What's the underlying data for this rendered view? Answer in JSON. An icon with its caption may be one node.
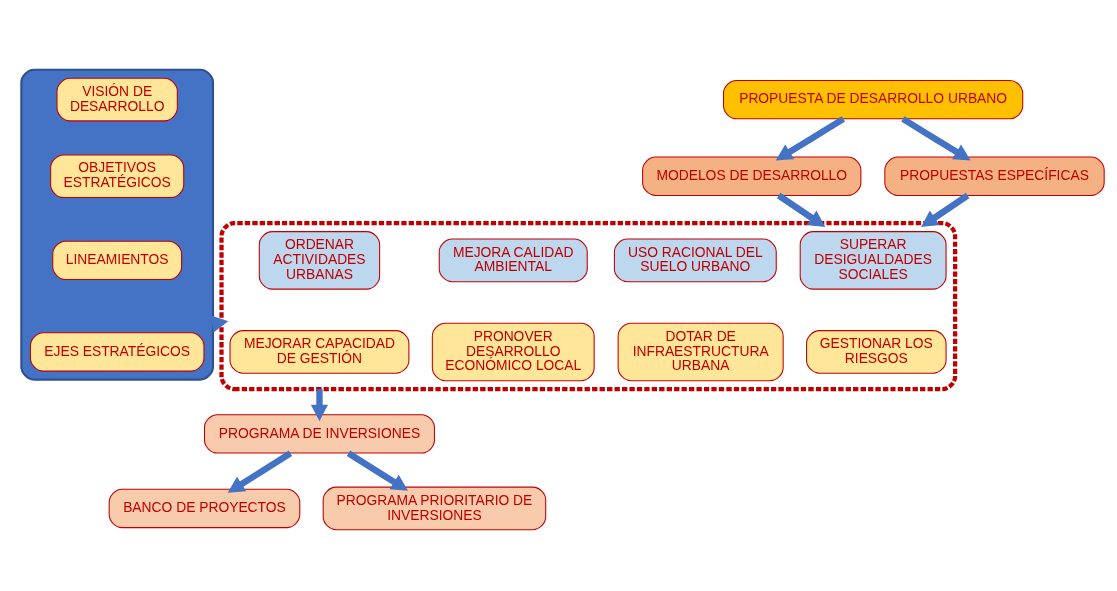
{
  "diagram": {
    "nodes": [
      {
        "text": [],
        "shape": "box"
      },
      {
        "text": [
          "VISIÓN DE DESARROLLO"
        ],
        "in": 0
      },
      {
        "text": [
          "OBJETIVOS ESTRATÉGICOS"
        ],
        "in": 0
      },
      {
        "text": [
          "LINEAMIENTOS"
        ],
        "in": 0
      },
      {
        "text": [
          "EJES ESTRATÉGICOS"
        ],
        "in": 0
      },
      {
        "text": [
          "PROPUESTA DE DESARROLLO URBANO"
        ]
      },
      {
        "text": [
          "MODELOS DE DESARROLLO"
        ]
      },
      {
        "text": [
          "PROPUESTAS ESPECÍFICAS"
        ]
      },
      {
        "text": [],
        "shape": "box"
      },
      {
        "text": [
          "SUPERAR DESIGUALDADES SOCIALES"
        ],
        "in": 8
      },
      {
        "text": [
          "USO RACIONAL DEL SUELO URBANO"
        ],
        "in": 8
      },
      {
        "text": [
          "MEJORA CALIDAD AMBIENTAL"
        ],
        "in": 8
      },
      {
        "text": [
          "ORDENAR ACTIVIDADES URBANAS"
        ],
        "in": 8
      },
      {
        "text": [
          "GESTIONAR LOS RIESGOS"
        ],
        "in": 8
      },
      {
        "text": [
          "DOTAR DE INFRAESTRUCTURA URBANA"
        ],
        "in": 8
      },
      {
        "text": [
          "PRONOVER DESARROLLO ECONÓMICO LOCAL"
        ],
        "in": 8
      },
      {
        "text": [
          "MEJORAR CAPACIDAD DE GESTIÓN"
        ],
        "in": 8
      },
      {
        "text": [
          "PROGRAMA DE INVERSIONES"
        ]
      },
      {
        "text": [
          "BANCO DE PROYECTOS"
        ]
      },
      {
        "text": [
          "PROGRAMA PRIORITARIO DE INVERSIONES"
        ]
      }
    ],
    "edges": [
      {
        "from": 0,
        "to": 8,
        "arrow": "to"
      },
      {
        "from": 5,
        "to": 6,
        "arrow": "to"
      },
      {
        "from": 5,
        "to": 7,
        "arrow": "to"
      },
      {
        "from": 6,
        "to": 8,
        "arrow": "to"
      },
      {
        "from": 7,
        "to": 8,
        "arrow": "to"
      },
      {
        "from": 8,
        "to": 17,
        "arrow": "to"
      },
      {
        "from": 17,
        "to": 18,
        "arrow": "to"
      },
      {
        "from": 17,
        "to": 19,
        "arrow": "to"
      }
    ]
  }
}
